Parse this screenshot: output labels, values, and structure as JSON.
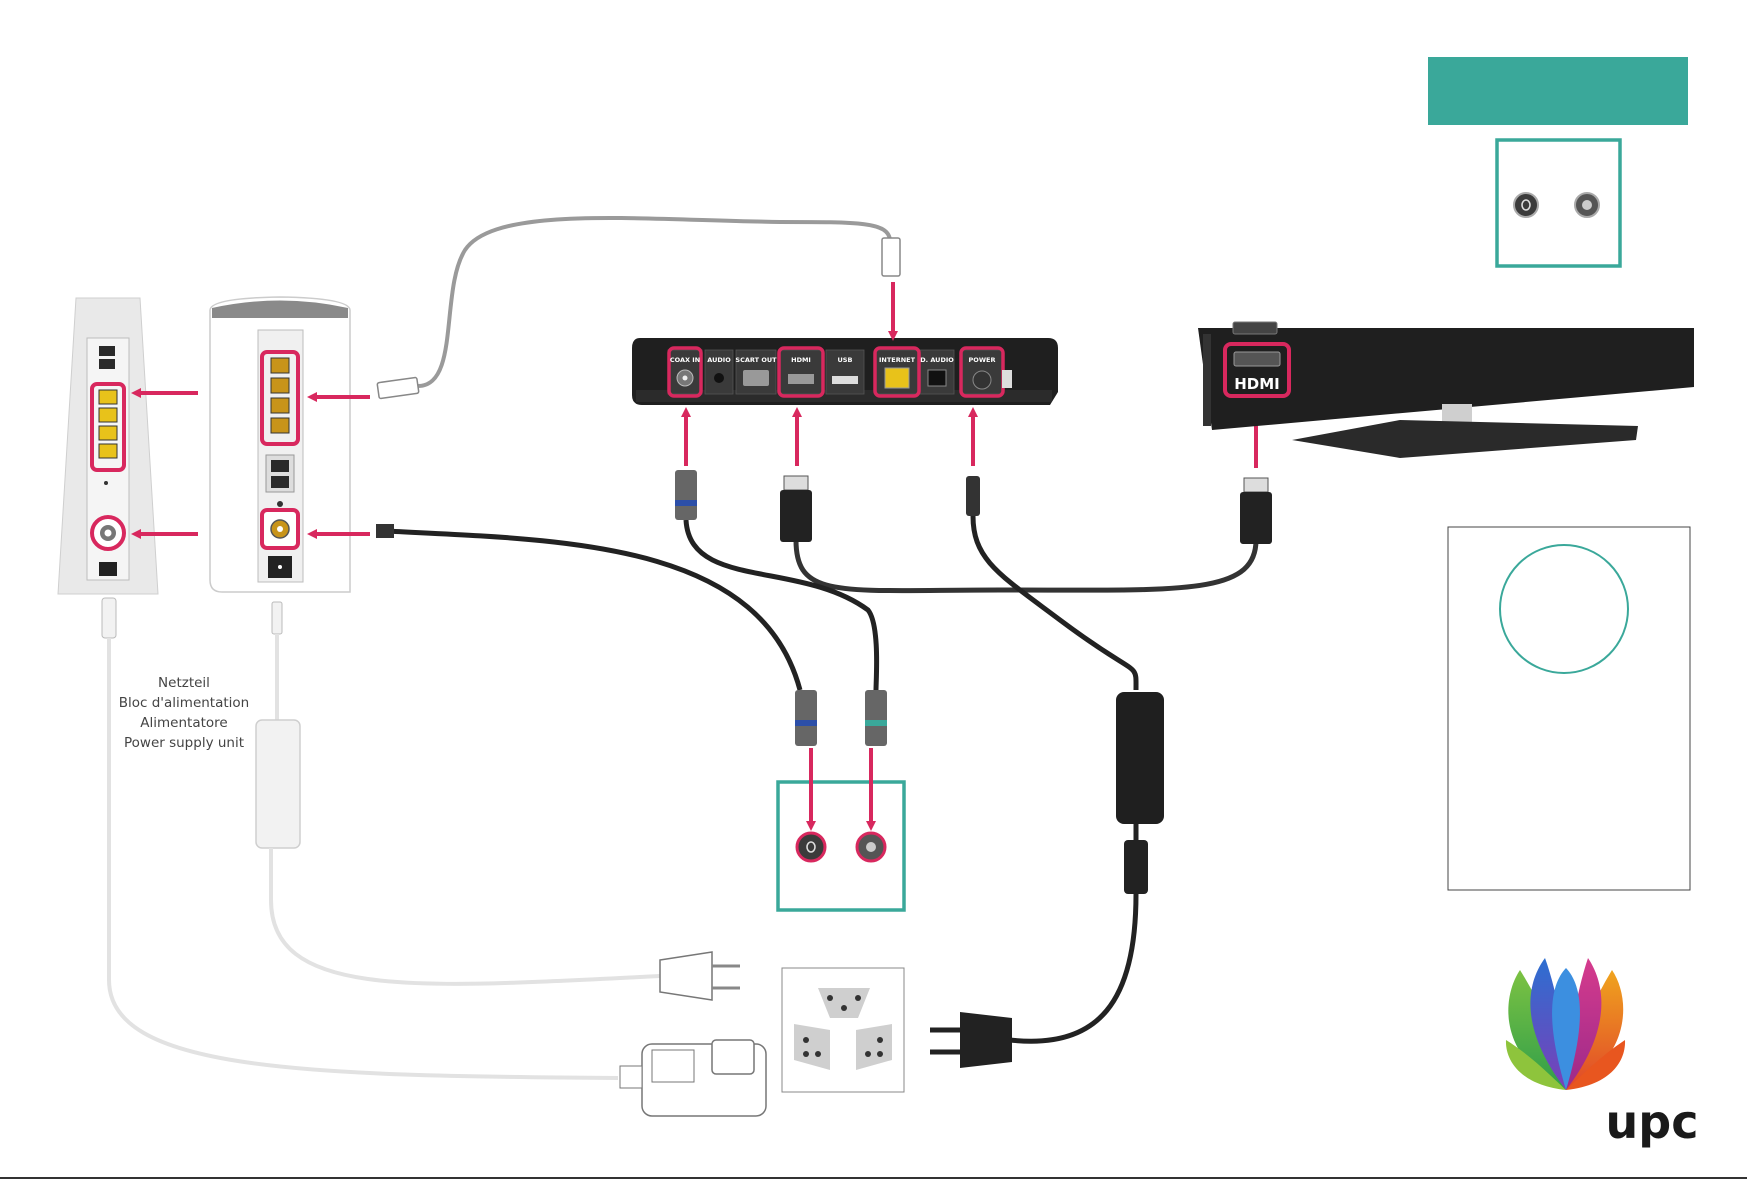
{
  "colors": {
    "accent_teal": "#3aa89a",
    "highlight_pink": "#d8285e",
    "device_black": "#1f1f1f",
    "ethernet_yellow": "#e8c21a",
    "cable_grey": "#9a9a9a"
  },
  "set_top_box": {
    "ports": [
      "COAX IN",
      "AUDIO",
      "SCART OUT",
      "HDMI",
      "USB",
      "INTERNET",
      "D. AUDIO",
      "POWER"
    ]
  },
  "tv": {
    "port_label": "HDMI"
  },
  "psu_label": {
    "lines": [
      "Netzteil",
      "Bloc d'alimentation",
      "Alimentatore",
      "Power supply unit"
    ]
  },
  "brand": {
    "name": "upc"
  },
  "icons": [
    "modem-front-icon",
    "modem-rear-icon",
    "set-top-box-icon",
    "tv-icon",
    "wall-outlet-icon",
    "power-plug-icon",
    "power-adapter-icon",
    "coax-wall-socket-icon",
    "upc-flower-logo-icon",
    "arrow-icon"
  ]
}
